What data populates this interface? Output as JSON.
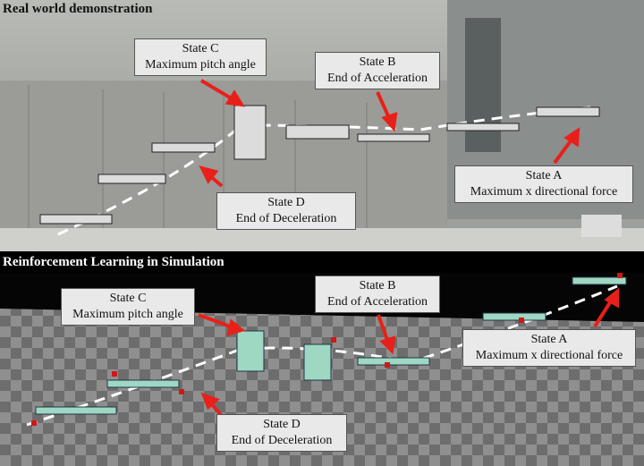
{
  "top": {
    "title": "Real world demonstration",
    "labels": [
      {
        "state": "State C",
        "desc": "Maximum pitch angle"
      },
      {
        "state": "State B",
        "desc": "End of Acceleration"
      },
      {
        "state": "State D",
        "desc": "End of Deceleration"
      },
      {
        "state": "State A",
        "desc": "Maximum x directional force"
      }
    ]
  },
  "bottom": {
    "title": "Reinforcement Learning in Simulation",
    "labels": [
      {
        "state": "State C",
        "desc": "Maximum pitch angle"
      },
      {
        "state": "State B",
        "desc": "End of Acceleration"
      },
      {
        "state": "State D",
        "desc": "End of Deceleration"
      },
      {
        "state": "State A",
        "desc": "Maximum x directional force"
      }
    ]
  },
  "colors": {
    "arrow": "#e8201a",
    "label_bg": "#e9e9e9"
  }
}
